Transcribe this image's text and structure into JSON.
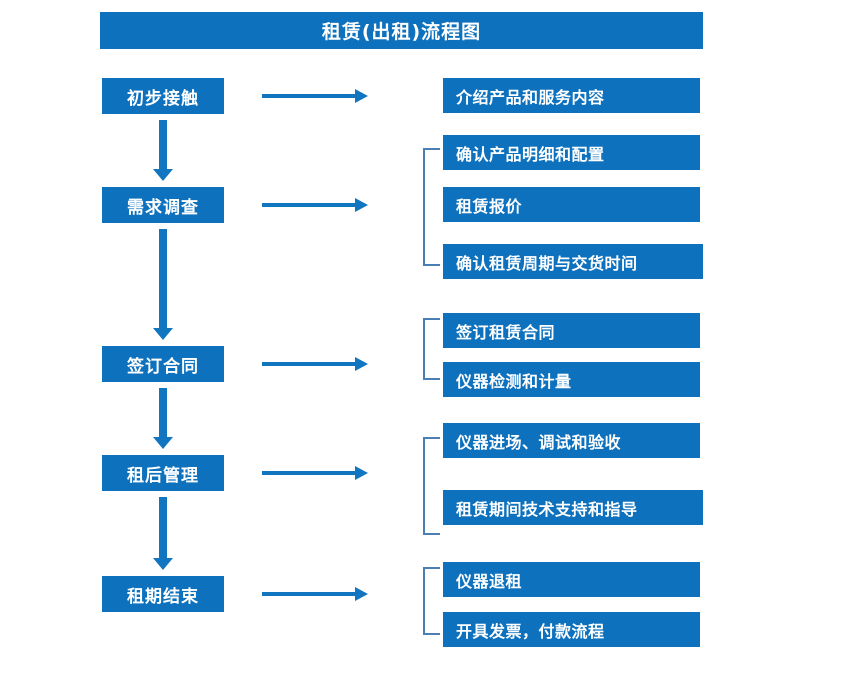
{
  "title": "租赁(出租)流程图",
  "colors": {
    "box_blue": "#0d71bd",
    "arrow_blue": "#1175c0",
    "bracket_blue": "#4a7fb5",
    "text_white": "#ffffff",
    "background": "#ffffff"
  },
  "stages": [
    {
      "label": "初步接触"
    },
    {
      "label": "需求调查"
    },
    {
      "label": "签订合同"
    },
    {
      "label": "租后管理"
    },
    {
      "label": "租期结束"
    }
  ],
  "details": [
    {
      "label": "介绍产品和服务内容"
    },
    {
      "label": "确认产品明细和配置"
    },
    {
      "label": "租赁报价"
    },
    {
      "label": "确认租赁周期与交货时间"
    },
    {
      "label": "签订租赁合同"
    },
    {
      "label": "仪器检测和计量"
    },
    {
      "label": "仪器进场、调试和验收"
    },
    {
      "label": "租赁期间技术支持和指导"
    },
    {
      "label": "仪器退租"
    },
    {
      "label": "开具发票，付款流程"
    }
  ],
  "groups": [
    {
      "stage": "需求调查",
      "details": [
        "确认产品明细和配置",
        "租赁报价",
        "确认租赁周期与交货时间"
      ]
    },
    {
      "stage": "签订合同",
      "details": [
        "签订租赁合同",
        "仪器检测和计量"
      ]
    },
    {
      "stage": "租后管理",
      "details": [
        "仪器进场、调试和验收",
        "租赁期间技术支持和指导"
      ]
    },
    {
      "stage": "租期结束",
      "details": [
        "仪器退租",
        "开具发票，付款流程"
      ]
    }
  ]
}
